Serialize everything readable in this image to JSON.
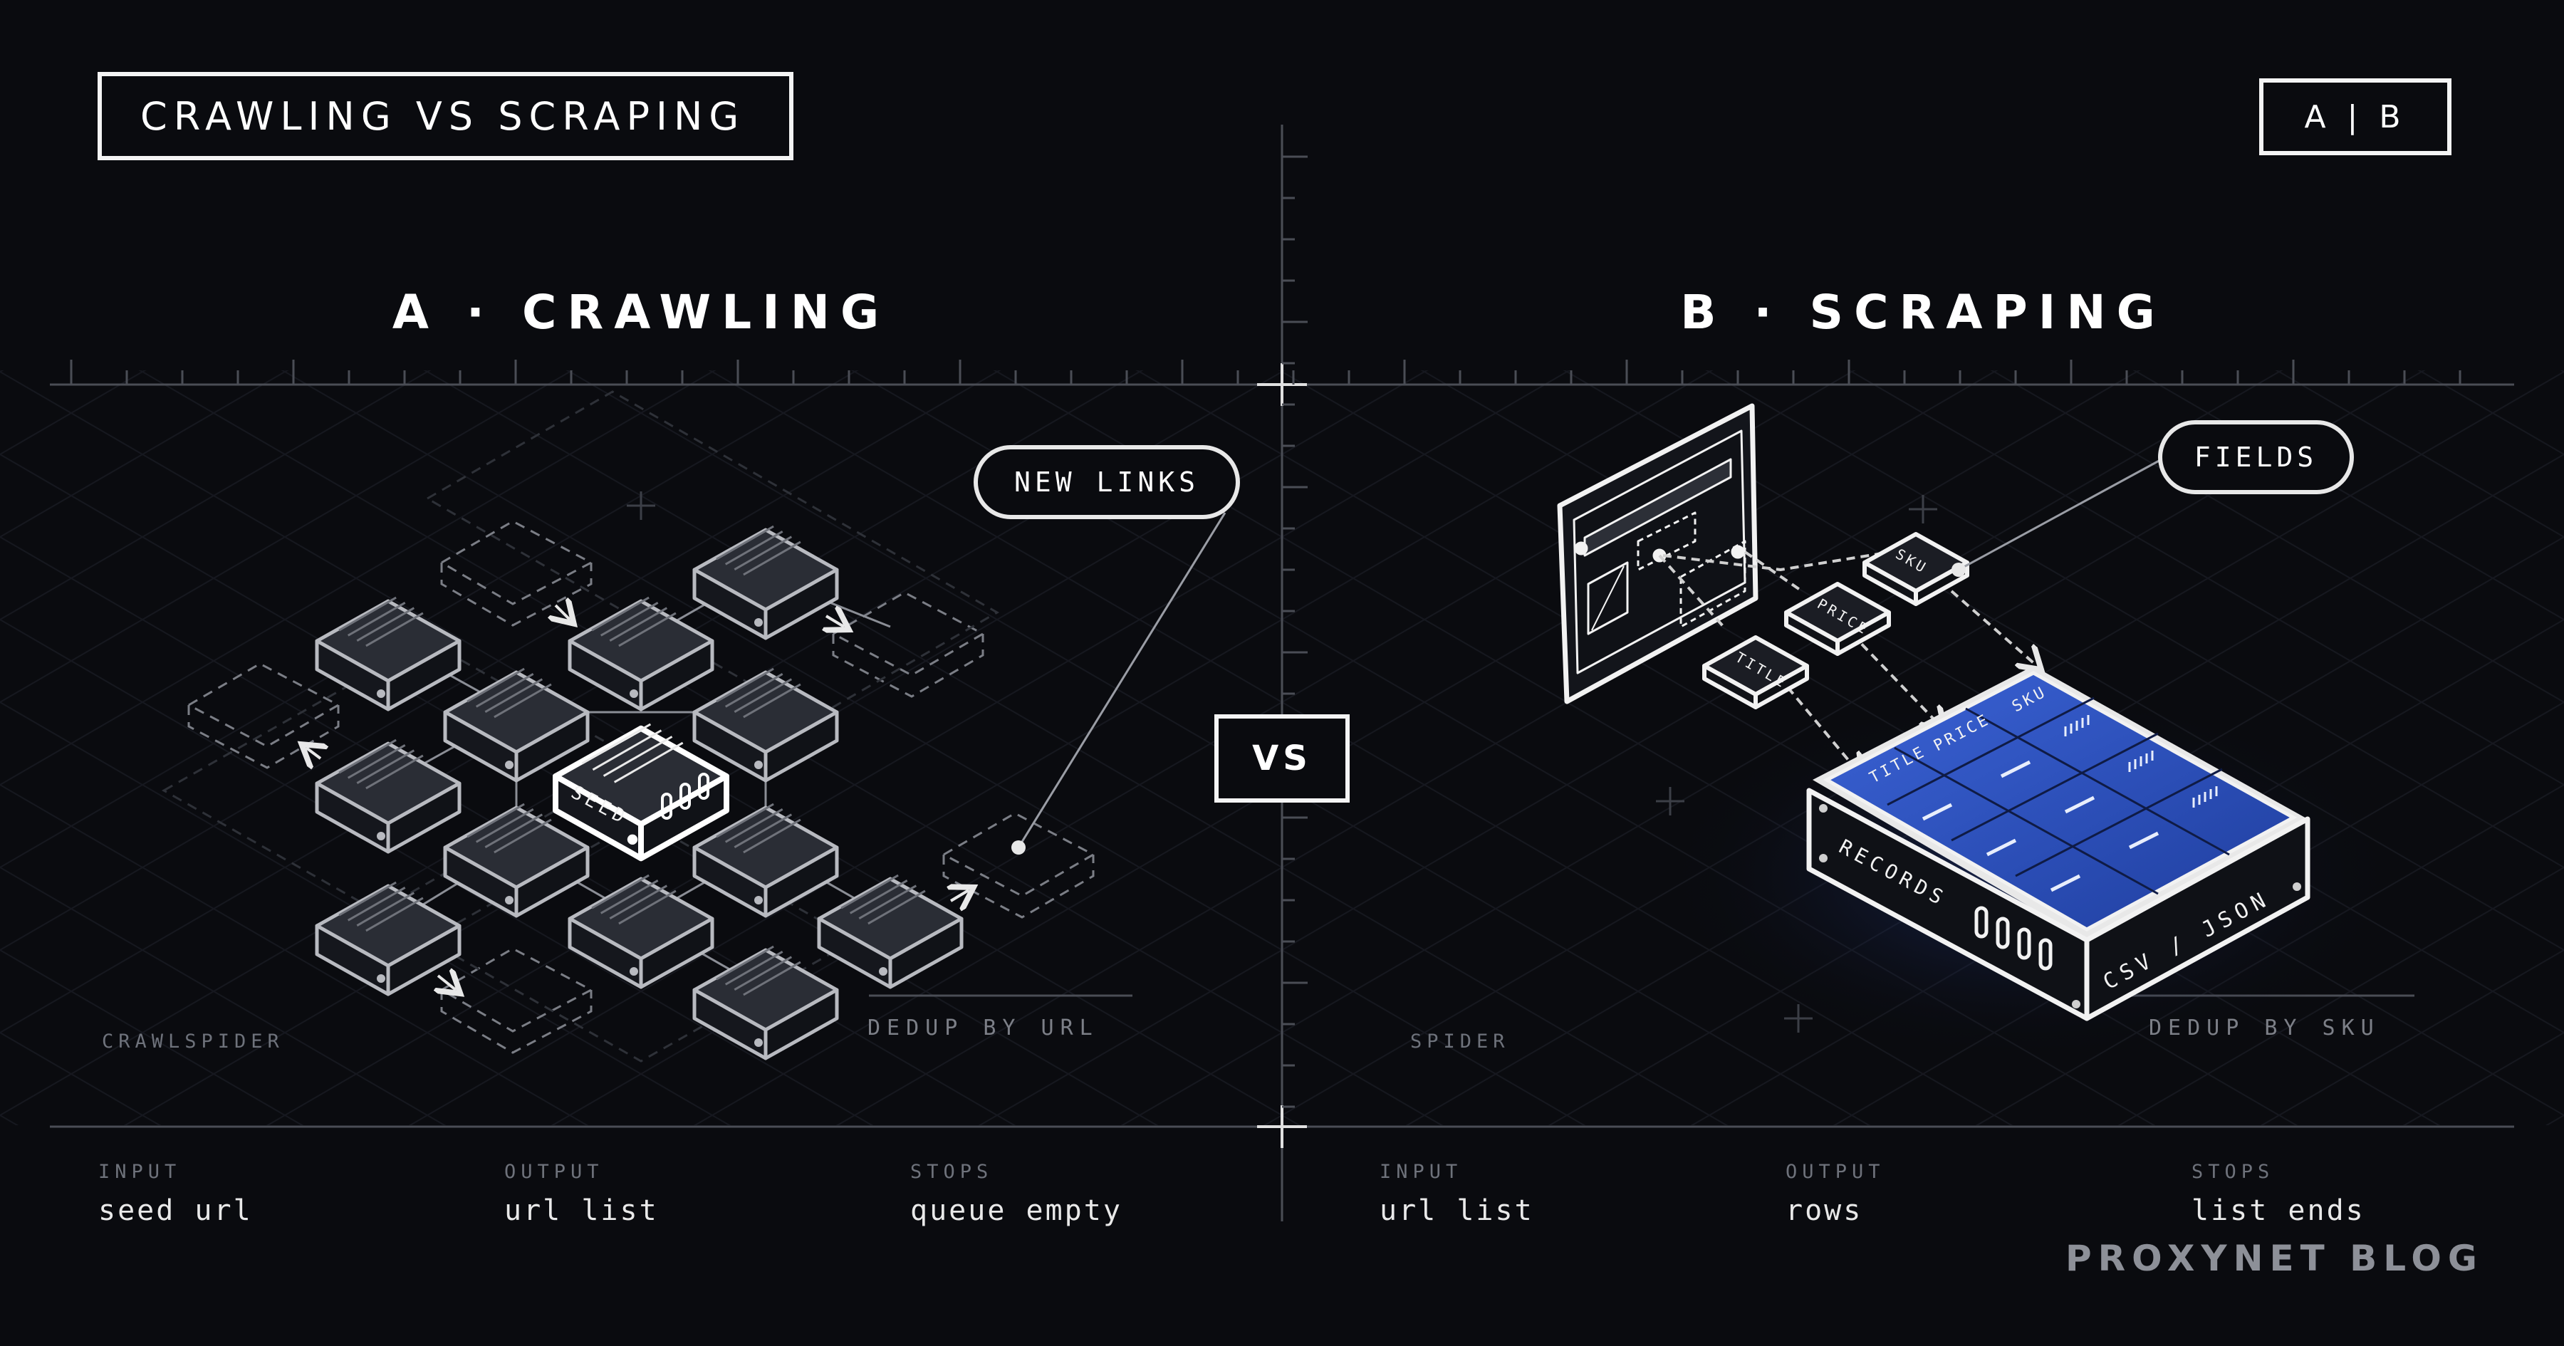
{
  "header": {
    "title": "CRAWLING VS SCRAPING",
    "badge": "A | B",
    "vs": "VS"
  },
  "panel_a": {
    "heading": "A · CRAWLING",
    "callout": "NEW LINKS",
    "seed_label": "SEED",
    "caption_left": "CRAWLSPIDER",
    "caption_right": "DEDUP BY URL",
    "stats": [
      {
        "label": "INPUT",
        "value": "seed url"
      },
      {
        "label": "OUTPUT",
        "value": "url list"
      },
      {
        "label": "STOPS",
        "value": "queue empty"
      }
    ]
  },
  "panel_b": {
    "heading": "B · SCRAPING",
    "callout": "FIELDS",
    "field_chips": [
      "SKU",
      "PRICE",
      "TITLE"
    ],
    "table_columns": [
      "TITLE",
      "PRICE",
      "SKU"
    ],
    "side_label": "RECORDS",
    "front_label": "CSV / JSON",
    "caption_left": "SPIDER",
    "caption_right": "DEDUP BY SKU",
    "stats": [
      {
        "label": "INPUT",
        "value": "url list"
      },
      {
        "label": "OUTPUT",
        "value": "rows"
      },
      {
        "label": "STOPS",
        "value": "list ends"
      }
    ]
  },
  "footer": {
    "brand": "PROXYNET BLOG"
  },
  "colors": {
    "background": "#0a0b0f",
    "accent_blue": "#2f57c8",
    "line": "#f2f2f2"
  }
}
